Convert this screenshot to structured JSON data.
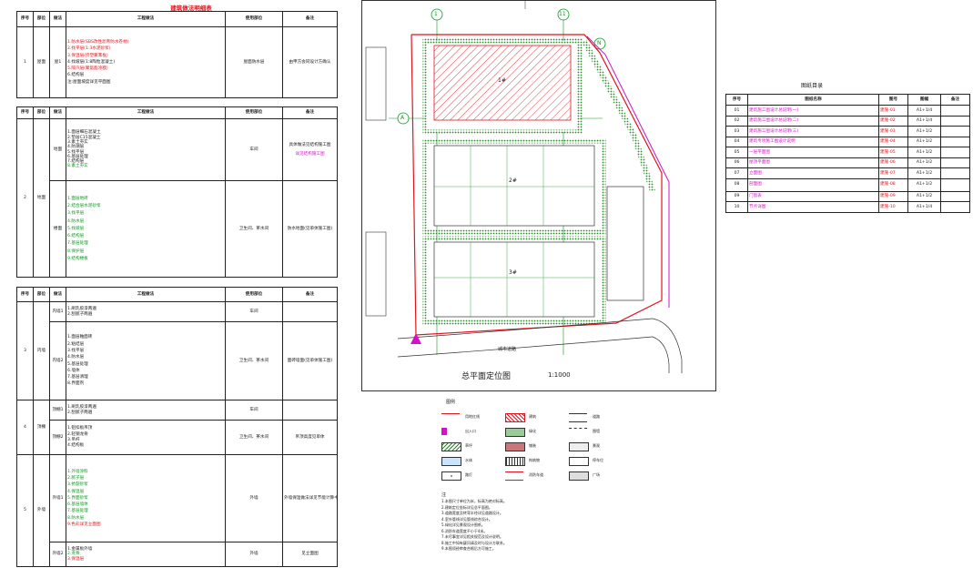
{
  "sheet": {
    "left_title": "建筑做法明细表",
    "plan_title": "总平面定位图",
    "plan_scale": "1:1000",
    "index_title": "图纸目录",
    "legend_title": "图例",
    "notes_title": "注"
  },
  "table1": {
    "headers": [
      "序号",
      "部位",
      "做法",
      "工程做法",
      "使用部位",
      "备注"
    ],
    "seq": "1",
    "part": "屋面",
    "method": "屋1",
    "lines": [
      "1.防水层(SBS改性沥青防水卷材)",
      "2.找平层(1:3水泥砂浆)",
      "3.保温层(挤塑聚苯板)",
      "4.找坡层(1:8陶粒混凝土)",
      "5.隔汽层(聚氨酯涂膜)",
      "6.结构层",
      "注:屋面坡度详见平面图"
    ],
    "use": "屋面防水层",
    "note": "由甲方会同设计方确认"
  },
  "table2": {
    "headers": [
      "序号",
      "部位",
      "做法",
      "工程做法",
      "使用部位",
      "备注"
    ],
    "seq": "2",
    "part": "地面",
    "sub1": "地面",
    "sub1_lines": [
      "1.面层细石混凝土",
      "2.垫层C15混凝土",
      "3.素土夯实",
      "4.防潮层",
      "5.找平层",
      "6.基层处理",
      "7.结构层",
      "8.素土夯实"
    ],
    "sub1_use": "车间",
    "sub1_note": "具体做法见结构施工图",
    "sub1_note2": "详见结构施工图",
    "sub2": "楼面",
    "sub2_lines": [
      "1.面层地砖",
      "2.结合层水泥砂浆",
      "3.找平层",
      "4.防水层",
      "5.找坡层",
      "6.结构层",
      "7.基层处理",
      "8.保护层",
      "9.结构楼板"
    ],
    "sub2_use": "卫生间、茶水间",
    "sub2_note": "防水地面(见单体施工图)"
  },
  "table3": {
    "headers": [
      "序号",
      "部位",
      "做法",
      "工程做法",
      "使用部位",
      "备注"
    ],
    "seq": "3",
    "part": "内墙",
    "sub1": "内墙1",
    "sub1_lines": [
      "1.刷乳胶漆两遍",
      "2.刮腻子两遍"
    ],
    "sub1_use": "车间",
    "sub2": "内墙2",
    "sub2_lines": [
      "1.面层釉面砖",
      "2.粘结层",
      "3.找平层",
      "4.防水层",
      "5.基层处理",
      "6.墙体",
      "7.基层清理",
      "8.界面剂"
    ],
    "sub2_use": "卫生间、茶水间",
    "sub2_note": "面砖墙面(见单体施工图)"
  },
  "table4": {
    "seq": "4",
    "part": "顶棚",
    "sub1": "顶棚1",
    "sub1_lines": [
      "1.刷乳胶漆两遍",
      "2.刮腻子两遍"
    ],
    "sub1_use": "车间",
    "sub2": "顶棚2",
    "sub2_lines": [
      "1.铝扣板吊顶",
      "2.轻钢龙骨",
      "3.吊杆",
      "4.结构板"
    ],
    "sub2_use": "卫生间、茶水间",
    "sub2_note": "吊顶高度见单体"
  },
  "table5": {
    "seq": "5",
    "part": "外墙",
    "sub1": "外墙1",
    "sub1_lines": [
      "1.外墙涂料",
      "2.腻子层",
      "3.抗裂砂浆",
      "4.保温层",
      "5.界面砂浆",
      "6.基层墙体",
      "7.基层处理",
      "8.防水层",
      "9.色彩详见立面图"
    ],
    "sub1_use": "外墙",
    "sub1_note": "外墙保温做法详见节能计算书",
    "sub2": "外墙2",
    "sub2_lines": [
      "1.金属板外墙",
      "2.龙骨",
      "3.保温层"
    ],
    "sub2_use": "外墙",
    "sub2_note": "见立面图"
  },
  "index": {
    "headers": [
      "序号",
      "图纸名称",
      "图号",
      "图幅",
      "备注"
    ],
    "rows": [
      [
        "01",
        "建筑施工图设计总说明(一)",
        "建施-01",
        "A1+1/4",
        ""
      ],
      [
        "02",
        "建筑施工图设计总说明(二)",
        "建施-02",
        "A1+1/4",
        ""
      ],
      [
        "03",
        "建筑施工图设计总说明(三)",
        "建施-03",
        "A1+1/2",
        ""
      ],
      [
        "04",
        "建筑专项施工图设计说明",
        "建施-04",
        "A1+1/2",
        ""
      ],
      [
        "05",
        "一层平面图",
        "建施-05",
        "A1+1/2",
        ""
      ],
      [
        "06",
        "屋顶平面图",
        "建施-06",
        "A1+1/2",
        ""
      ],
      [
        "07",
        "立面图",
        "建施-07",
        "A1+1/2",
        ""
      ],
      [
        "08",
        "剖面图",
        "建施-08",
        "A1+1/2",
        ""
      ],
      [
        "09",
        "门窗表",
        "建施-09",
        "A1+1/2",
        ""
      ],
      [
        "10",
        "节点详图",
        "建施-10",
        "A1+1/4",
        ""
      ]
    ]
  },
  "plan": {
    "axis_labels": [
      "1",
      "11",
      "A",
      "N"
    ],
    "building_labels": [
      "1#",
      "2#",
      "3#"
    ],
    "road_label": "城市道路"
  },
  "legend": {
    "items": [
      "用地红线",
      "建筑",
      "道路",
      "出入口",
      "绿化",
      "围墙",
      "草坪",
      "铺装",
      "景观",
      "水体",
      "构筑物",
      "停车位",
      "路灯",
      "消防车道",
      "广场"
    ]
  },
  "notes": [
    "1.本图尺寸单位为米，标高为绝对标高。",
    "2.建筑定位坐标详见总平面图。",
    "3.道路宽度及转弯半径详见道路设计。",
    "4.室外管线详见管线综合设计。",
    "5.绿化详见景观设计图纸。",
    "6.消防车道宽度不小于4米。",
    "7.未尽事宜详见相关规范及设计说明。",
    "8.施工中如有疑问请及时与设计方联系。",
    "9.本图须经审查合格后方可施工。"
  ]
}
